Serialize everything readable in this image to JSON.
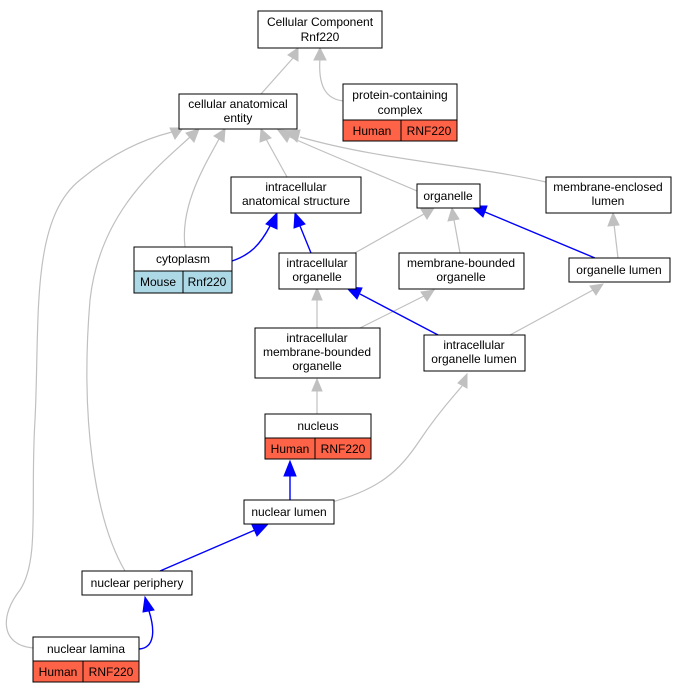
{
  "colors": {
    "human_annotation": "#ff6347",
    "mouse_annotation": "#add8e6",
    "highlight_edge": "#0000ff",
    "default_edge": "#c0c0c0"
  },
  "nodes": {
    "root": {
      "lines": [
        "Cellular Component",
        "Rnf220"
      ]
    },
    "protein_complex": {
      "lines": [
        "protein-containing",
        "complex"
      ],
      "annotation": [
        "Human",
        "RNF220"
      ]
    },
    "cellular_anatomical_entity": {
      "lines": [
        "cellular anatomical",
        "entity"
      ]
    },
    "intracellular_anatomical_structure": {
      "lines": [
        "intracellular",
        "anatomical structure"
      ]
    },
    "organelle": {
      "lines": [
        "organelle"
      ]
    },
    "membrane_enclosed_lumen": {
      "lines": [
        "membrane-enclosed",
        "lumen"
      ]
    },
    "cytoplasm": {
      "lines": [
        "cytoplasm"
      ],
      "annotation": [
        "Mouse",
        "Rnf220"
      ]
    },
    "intracellular_organelle": {
      "lines": [
        "intracellular",
        "organelle"
      ]
    },
    "membrane_bounded_organelle": {
      "lines": [
        "membrane-bounded",
        "organelle"
      ]
    },
    "organelle_lumen": {
      "lines": [
        "organelle lumen"
      ]
    },
    "intracellular_membrane_bounded_organelle": {
      "lines": [
        "intracellular",
        "membrane-bounded",
        "organelle"
      ]
    },
    "intracellular_organelle_lumen": {
      "lines": [
        "intracellular",
        "organelle lumen"
      ]
    },
    "nucleus": {
      "lines": [
        "nucleus"
      ],
      "annotation": [
        "Human",
        "RNF220"
      ]
    },
    "nuclear_lumen": {
      "lines": [
        "nuclear lumen"
      ]
    },
    "nuclear_periphery": {
      "lines": [
        "nuclear periphery"
      ]
    },
    "nuclear_lamina": {
      "lines": [
        "nuclear lamina"
      ],
      "annotation": [
        "Human",
        "RNF220"
      ]
    }
  }
}
